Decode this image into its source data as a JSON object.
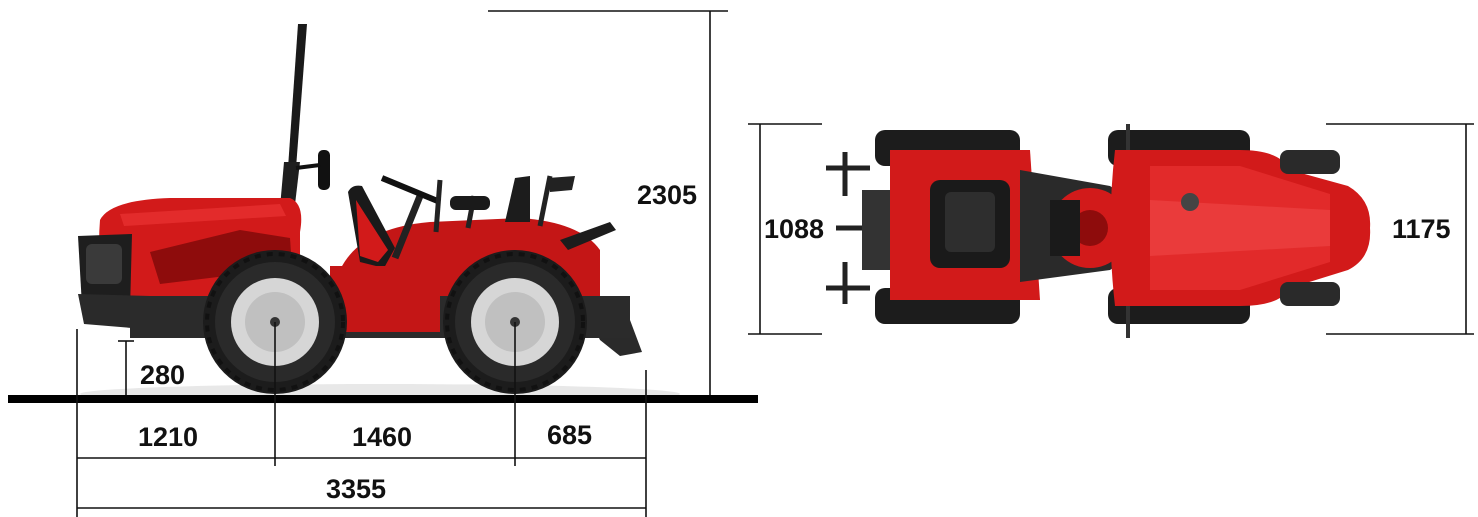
{
  "dimensions": {
    "height_total": "2305",
    "ground_clearance": "280",
    "front_overhang": "1210",
    "wheelbase": "1460",
    "rear_overhang": "685",
    "length_total": "3355",
    "width_front": "1088",
    "width_rear": "1175"
  },
  "colors": {
    "body_red": "#d21a1a",
    "dark_red": "#8e0c0c",
    "tire_black": "#1c1c1c",
    "rim_grey": "#d6d6d6",
    "line_black": "#111111",
    "ground_black": "#000000"
  }
}
